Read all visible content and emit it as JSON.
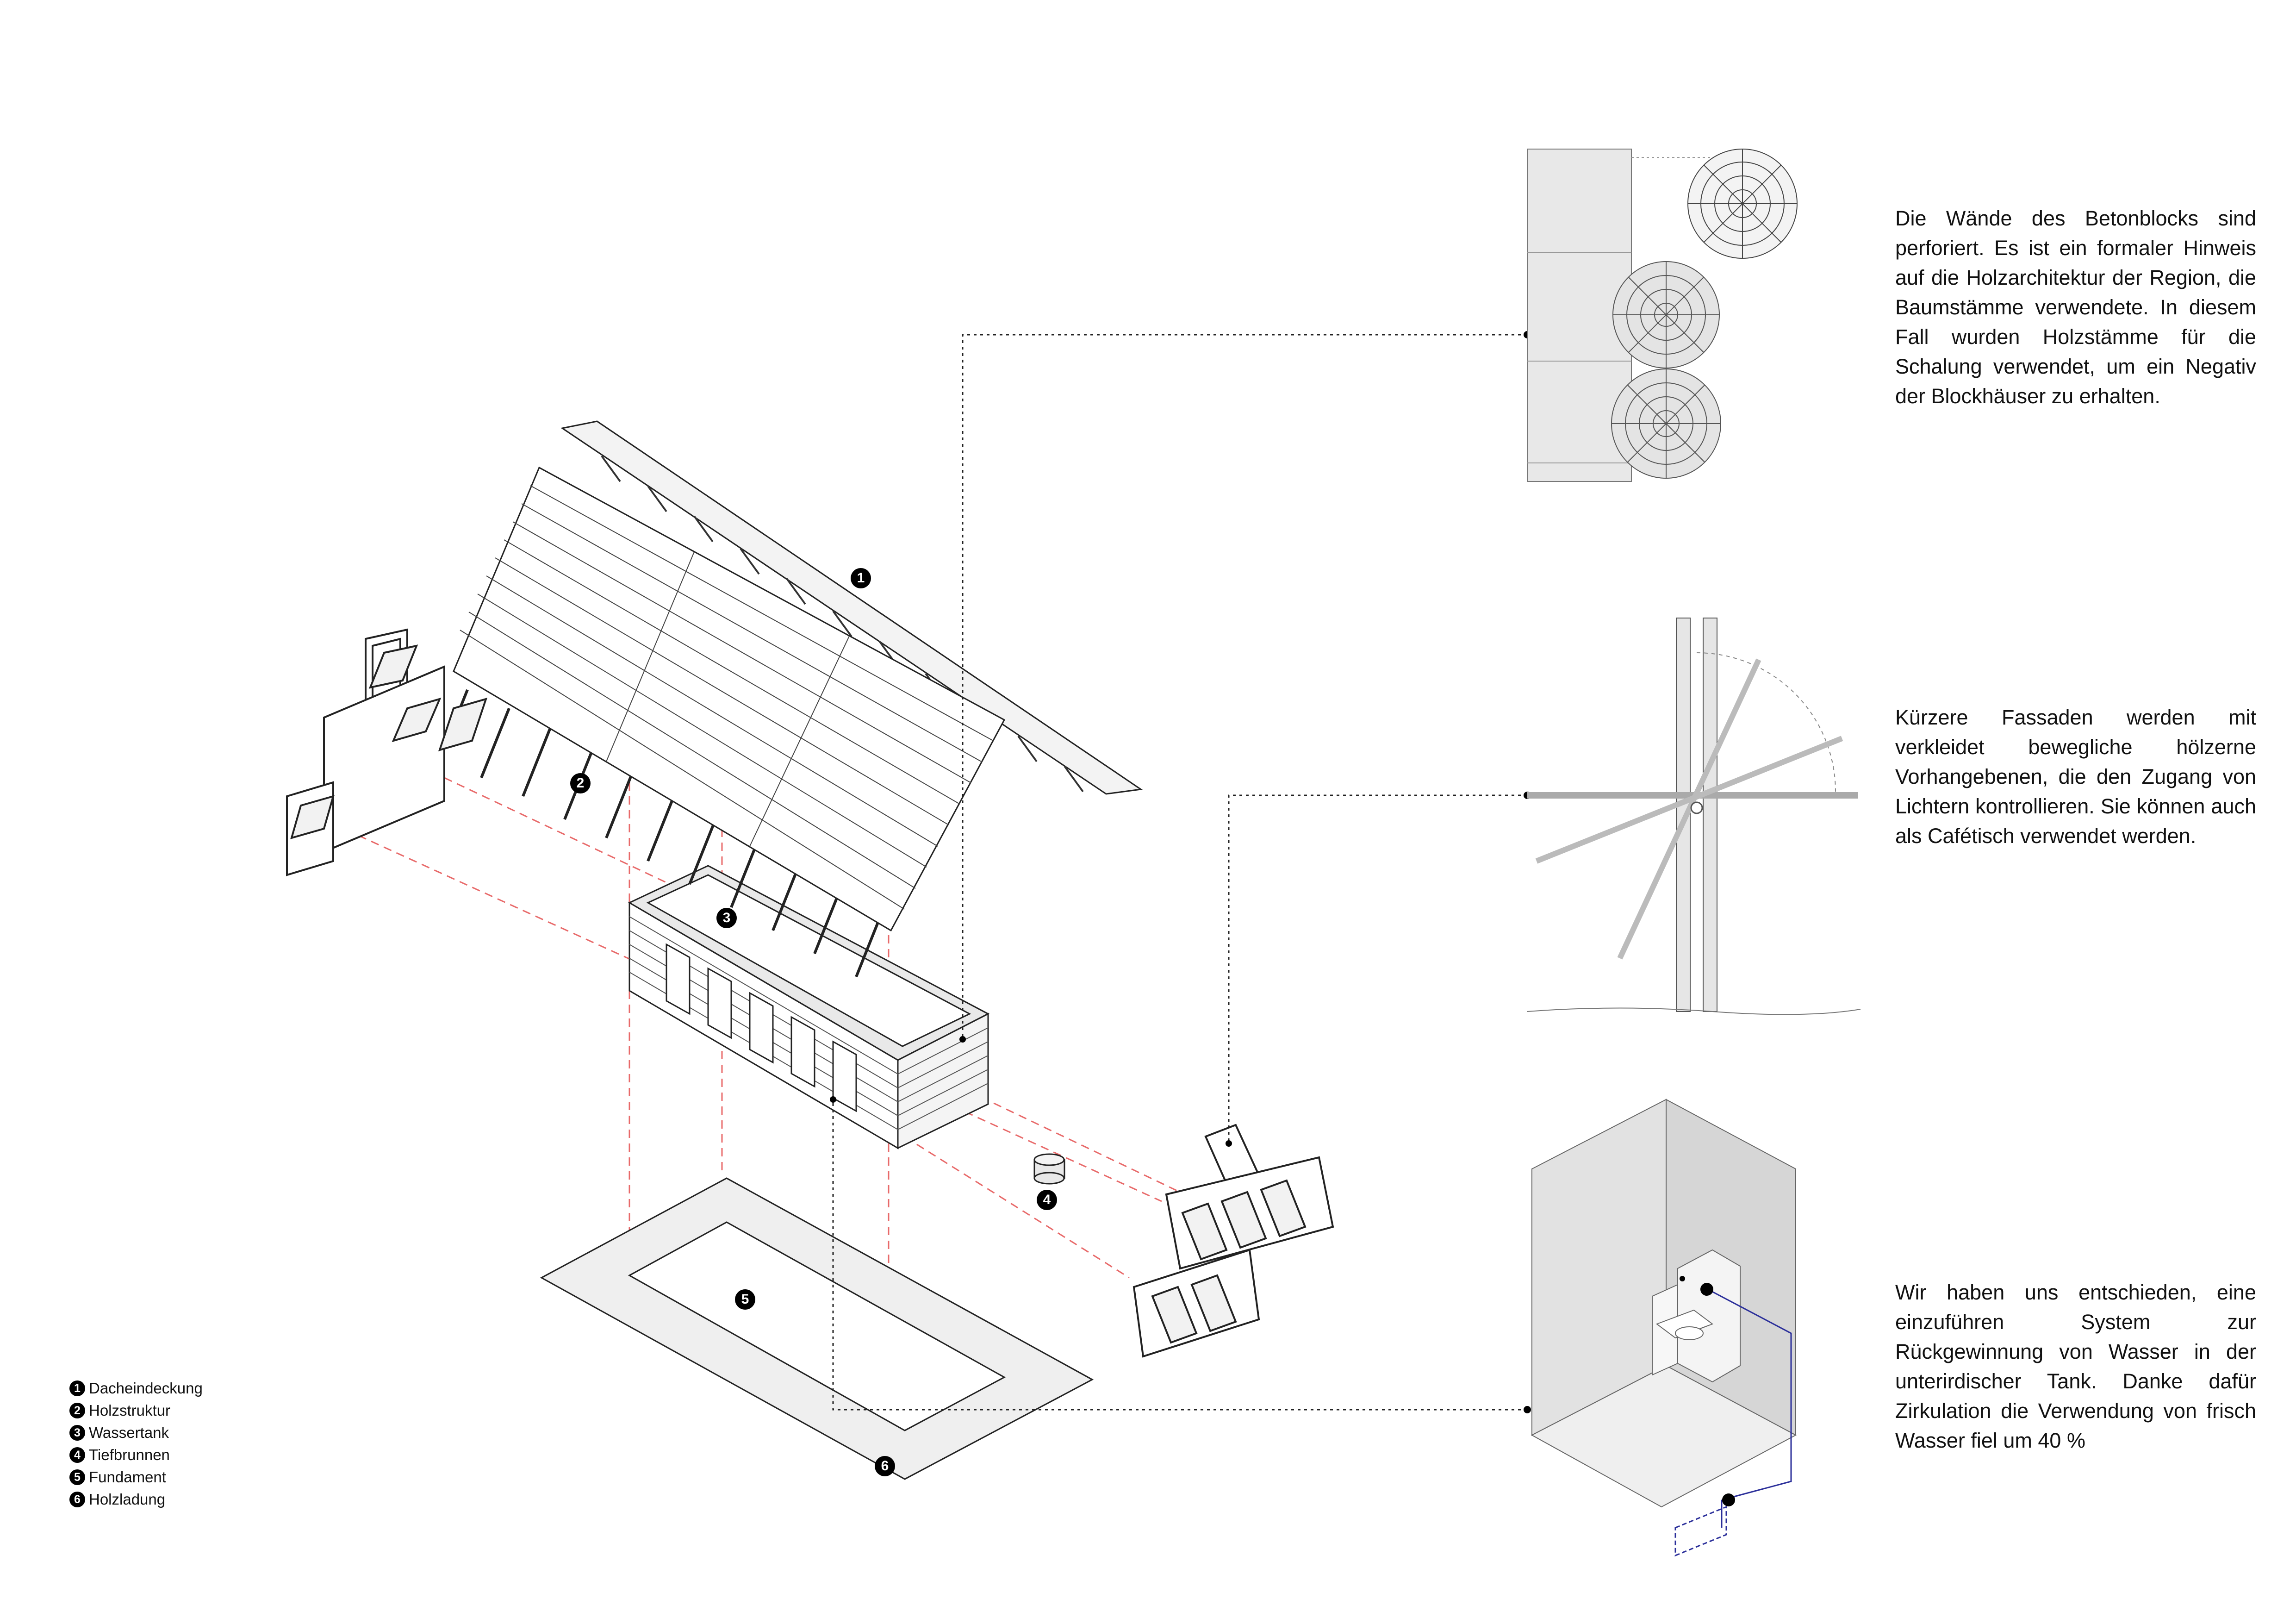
{
  "descriptions": {
    "wall": "Die Wände des Betonblocks sind perforiert. Es ist ein formaler Hinweis auf die Holzarchitektur der Region, die Baumstämme verwendete. In diesem Fall wurden Holzstämme für die Schalung verwendet, um ein Negativ der Blockhäuser zu erhalten.",
    "facade": "Kürzere Fassaden werden mit verkleidet bewegliche hölzerne Vorhangebenen, die den Zugang von Lichtern kontrollieren. Sie können auch als Cafétisch verwendet werden.",
    "water": "Wir haben uns entschieden, eine einzuführen System zur Rückgewinnung von Wasser in der unterirdischer Tank. Danke dafür Zirkulation die Verwendung von frisch Wasser fiel um 40 %"
  },
  "legend": [
    {
      "num": "1",
      "label": "Dacheindeckung"
    },
    {
      "num": "2",
      "label": "Holzstruktur"
    },
    {
      "num": "3",
      "label": "Wassertank"
    },
    {
      "num": "4",
      "label": "Tiefbrunnen"
    },
    {
      "num": "5",
      "label": "Fundament"
    },
    {
      "num": "6",
      "label": "Holzladung"
    }
  ],
  "colors": {
    "line": "#222222",
    "projection": "#e86a6a",
    "fill": "#eeeeee",
    "water_pipe": "#2b2f9a"
  }
}
